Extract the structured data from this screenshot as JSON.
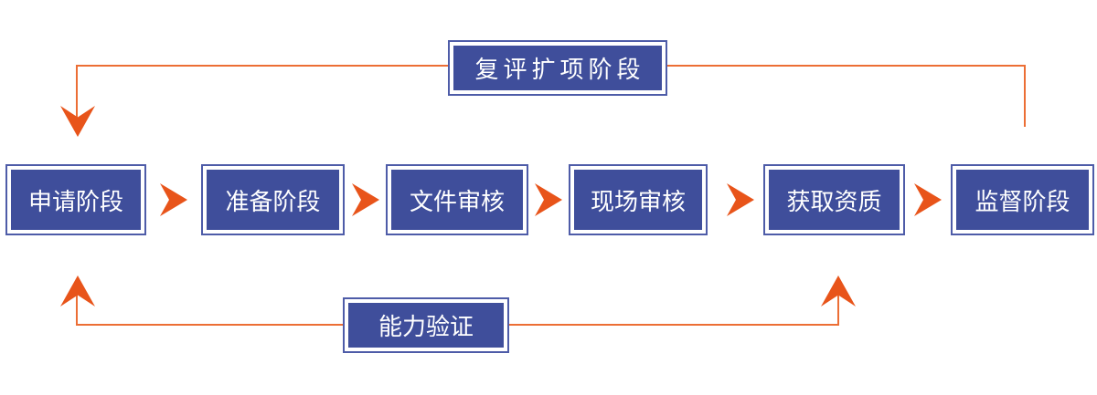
{
  "diagram": {
    "title": "accreditation-process-flow",
    "colors": {
      "box_fill": "#3F4E9B",
      "box_border": "#4E5CA8",
      "arrow": "#E8541A",
      "line": "#EC6E35",
      "text": "#FFFFFF",
      "background": "#FFFFFF"
    },
    "main_flow": [
      {
        "label": "申请阶段"
      },
      {
        "label": "准备阶段"
      },
      {
        "label": "文件审核"
      },
      {
        "label": "现场审核"
      },
      {
        "label": "获取资质"
      },
      {
        "label": "监督阶段"
      }
    ],
    "feedback_top": {
      "label": "复评扩项阶段"
    },
    "feedback_bottom": {
      "label": "能力验证"
    },
    "icons": {
      "flow_arrow": "right-chevron",
      "down_arrow": "down-chevron",
      "up_arrow": "up-chevron"
    }
  }
}
